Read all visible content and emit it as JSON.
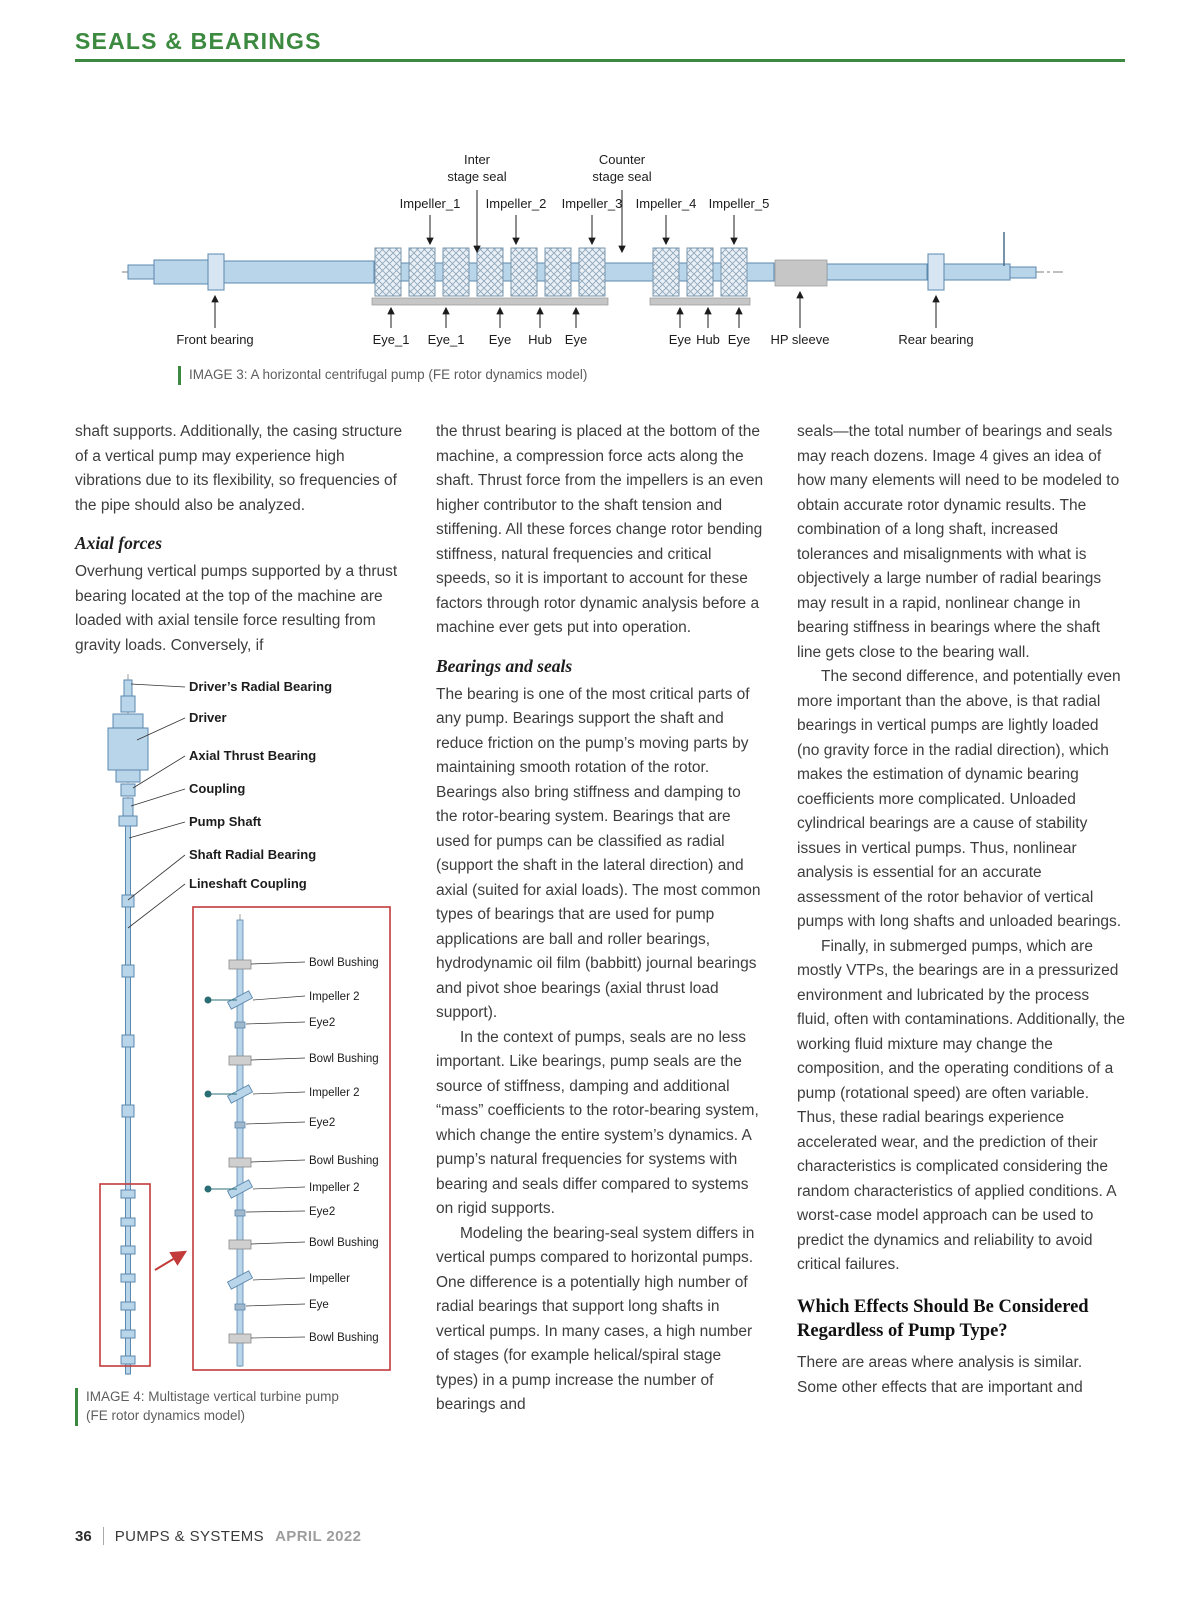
{
  "page": {
    "section_title": "SEALS & BEARINGS"
  },
  "colors": {
    "accent_green": "#3c8a3f",
    "diagram_blue": "#b9d5ea",
    "highlight_red": "#c23a3a"
  },
  "figure3": {
    "caption": "IMAGE 3: A horizontal centrifugal pump (FE rotor dynamics model)",
    "top_labels": {
      "inter_line1": "Inter",
      "inter_line2": "stage seal",
      "counter_line1": "Counter",
      "counter_line2": "stage seal"
    },
    "impeller_labels": [
      "Impeller_1",
      "Impeller_2",
      "Impeller_3",
      "Impeller_4",
      "Impeller_5"
    ],
    "bottom_labels": [
      "Front bearing",
      "Eye_1",
      "Eye_1",
      "Eye",
      "Hub",
      "Eye",
      "Eye",
      "Hub",
      "Eye",
      "HP sleeve",
      "Rear bearing"
    ]
  },
  "figure4": {
    "caption_line1": "IMAGE 4: Multistage vertical turbine pump",
    "caption_line2": "(FE rotor dynamics model)",
    "main_labels": [
      "Driver’s Radial Bearing",
      "Driver",
      "Axial Thrust Bearing",
      "Coupling",
      "Pump Shaft",
      "Shaft Radial Bearing",
      "Lineshaft Coupling"
    ],
    "detail_labels": [
      "Bowl Bushing",
      "Impeller 2",
      "Eye2",
      "Bowl Bushing",
      "Impeller 2",
      "Eye2",
      "Bowl Bushing",
      "Impeller 2",
      "Eye2",
      "Bowl Bushing",
      "Impeller",
      "Eye",
      "Bowl Bushing"
    ]
  },
  "article": {
    "col1": {
      "para1": "shaft supports. Additionally, the casing structure of a vertical pump may experience high vibrations due to its flexibility, so frequencies of the pipe should also be analyzed.",
      "heading": "Axial forces",
      "para2": "Overhung vertical pumps supported by a thrust bearing located at the top of the machine are loaded with axial tensile force resulting from gravity loads. Conversely, if"
    },
    "col2": {
      "para1": "the thrust bearing is placed at the bottom of the machine, a compression force acts along the shaft. Thrust force from the impellers is an even higher contributor to the shaft tension and stiffening. All these forces change rotor bending stiffness, natural frequencies and critical speeds, so it is important to account for these factors through rotor dynamic analysis before a machine ever gets put into operation.",
      "heading": "Bearings and seals",
      "para2": "The bearing is one of the most critical parts of any pump. Bearings support the shaft and reduce friction on the pump’s moving parts by maintaining smooth rotation of the rotor. Bearings also bring stiffness and damping to the rotor-bearing system. Bearings that are used for pumps can be classified as radial (support the shaft in the lateral direction) and axial (suited for axial loads). The most common types of bearings that are used for pump applications are ball and roller bearings, hydrodynamic oil film (babbitt) journal bearings and pivot shoe bearings (axial thrust load support).",
      "para3": "In the context of pumps, seals are no less important. Like bearings, pump seals are the source of stiffness, damping and additional “mass” coefficients to the rotor-bearing system, which change the entire system’s dynamics. A pump’s natural frequencies for systems with bearing and seals differ compared to systems on rigid supports.",
      "para4": "Modeling the bearing-seal system differs in vertical pumps compared to horizontal pumps. One difference is a potentially high number of radial bearings that support long shafts in vertical pumps. In many cases, a high number of stages (for example helical/spiral stage types) in a pump increase the number of bearings and"
    },
    "col3": {
      "para1": "seals—the total number of bearings and seals may reach dozens. Image 4 gives an idea of how many elements will need to be modeled to obtain accurate rotor dynamic results. The combination of a long shaft, increased tolerances and misalignments with what is objectively a large number of radial bearings may result in a rapid, nonlinear change in bearing stiffness in bearings where the shaft line gets close to the bearing wall.",
      "para2": "The second difference, and potentially even more important than the above, is that radial bearings in vertical pumps are lightly loaded (no gravity force in the radial direction), which makes the estimation of dynamic bearing coefficients more complicated. Unloaded cylindrical bearings are a cause of stability issues in vertical pumps. Thus, nonlinear analysis is essential for an accurate assessment of the rotor behavior of vertical pumps with long shafts and unloaded bearings.",
      "para3": "Finally, in submerged pumps, which are mostly VTPs, the bearings are in a pressurized environment and lubricated by the process fluid, often with contaminations. Additionally, the working fluid mixture may change the composition, and the operating conditions of a pump (rotational speed) are often variable. Thus, these radial bearings experience accelerated wear, and the prediction of their characteristics is complicated considering the random characteristics of applied conditions. A worst-case model approach can be used to predict the dynamics and reliability to avoid critical failures.",
      "heading": "Which Effects Should Be Considered Regardless of Pump Type?",
      "para4": "There are areas where analysis is similar. Some other effects that are important and"
    }
  },
  "footer": {
    "page_number": "36",
    "magazine": "PUMPS & SYSTEMS",
    "issue": "APRIL 2022"
  }
}
